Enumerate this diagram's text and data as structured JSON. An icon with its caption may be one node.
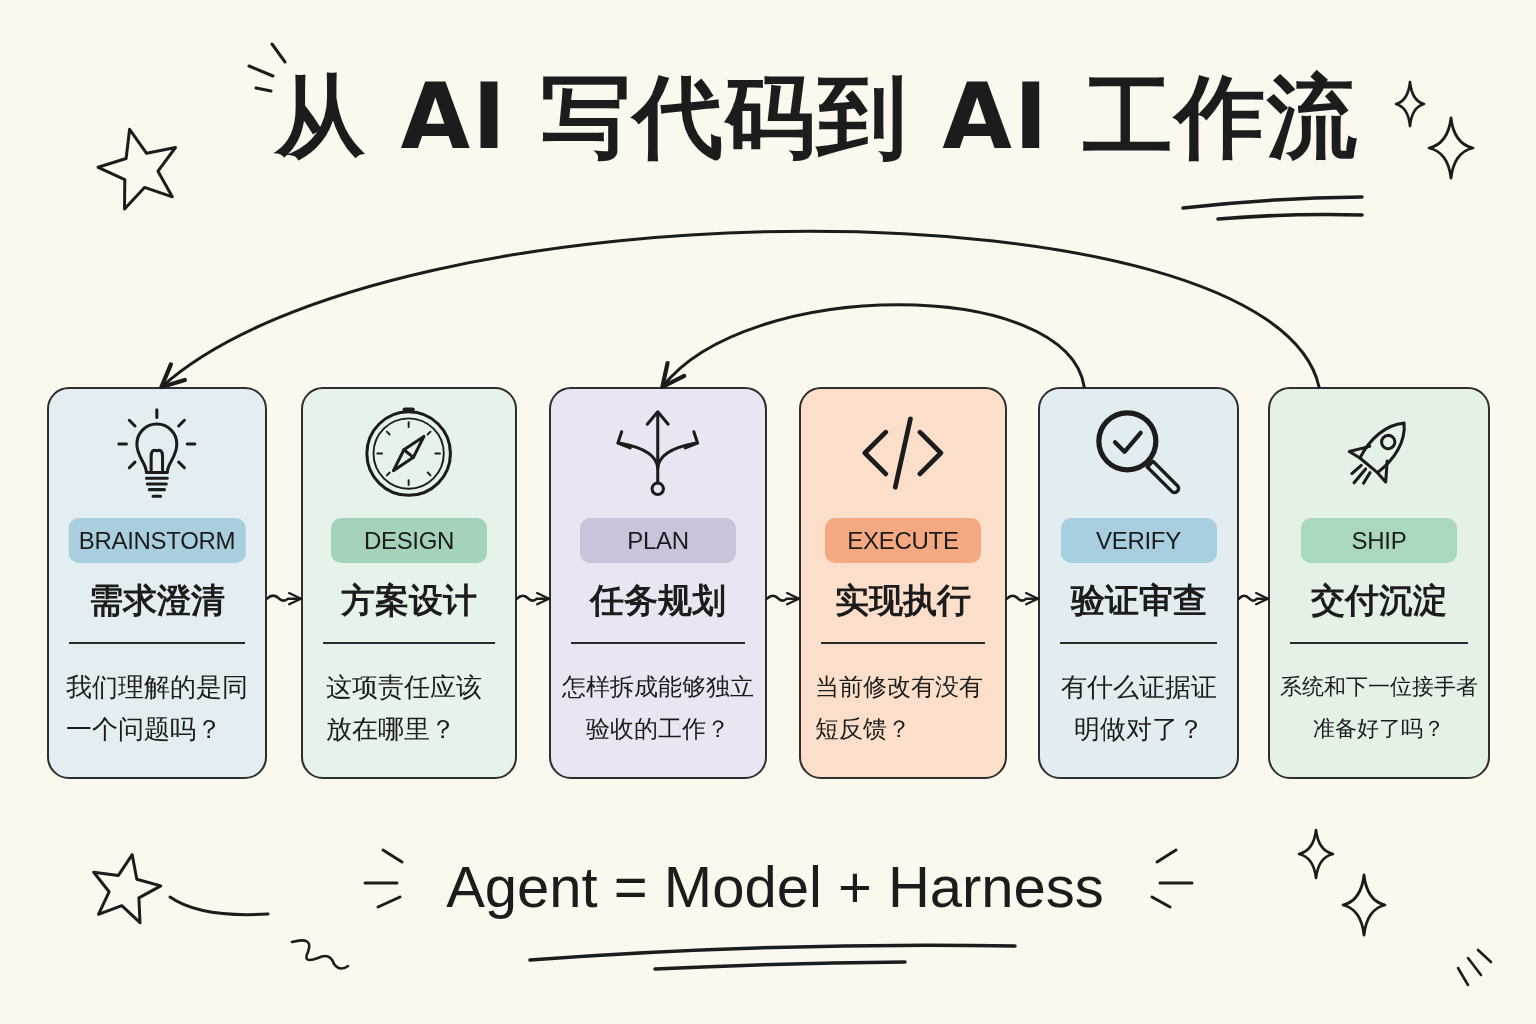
{
  "diagram": {
    "title": "从 AI 写代码到 AI 工作流",
    "nodes": [
      {
        "text": [
          "BRAINSTORM",
          "需求澄清",
          "我们理解的是同一个问题吗？"
        ]
      },
      {
        "text": [
          "DESIGN",
          "方案设计",
          "这项责任应该放在哪里？"
        ]
      },
      {
        "text": [
          "PLAN",
          "任务规划",
          "怎样拆成能够独立验收的工作？"
        ]
      },
      {
        "text": [
          "EXECUTE",
          "实现执行",
          "当前修改有没有短反馈？"
        ]
      },
      {
        "text": [
          "VERIFY",
          "验证审查",
          "有什么证据证明做对了？"
        ]
      },
      {
        "text": [
          "SHIP",
          "交付沉淀",
          "系统和下一位接手者准备好了吗？"
        ]
      }
    ],
    "edges": [
      {
        "from": 0,
        "to": 1,
        "arrow": "to"
      },
      {
        "from": 1,
        "to": 2,
        "arrow": "to"
      },
      {
        "from": 2,
        "to": 3,
        "arrow": "to"
      },
      {
        "from": 3,
        "to": 4,
        "arrow": "to"
      },
      {
        "from": 4,
        "to": 5,
        "arrow": "to"
      },
      {
        "from": 4,
        "to": 2,
        "arrow": "to"
      },
      {
        "from": 5,
        "to": 0,
        "arrow": "to"
      }
    ],
    "labels": [
      "Agent = Model + Harness"
    ]
  }
}
